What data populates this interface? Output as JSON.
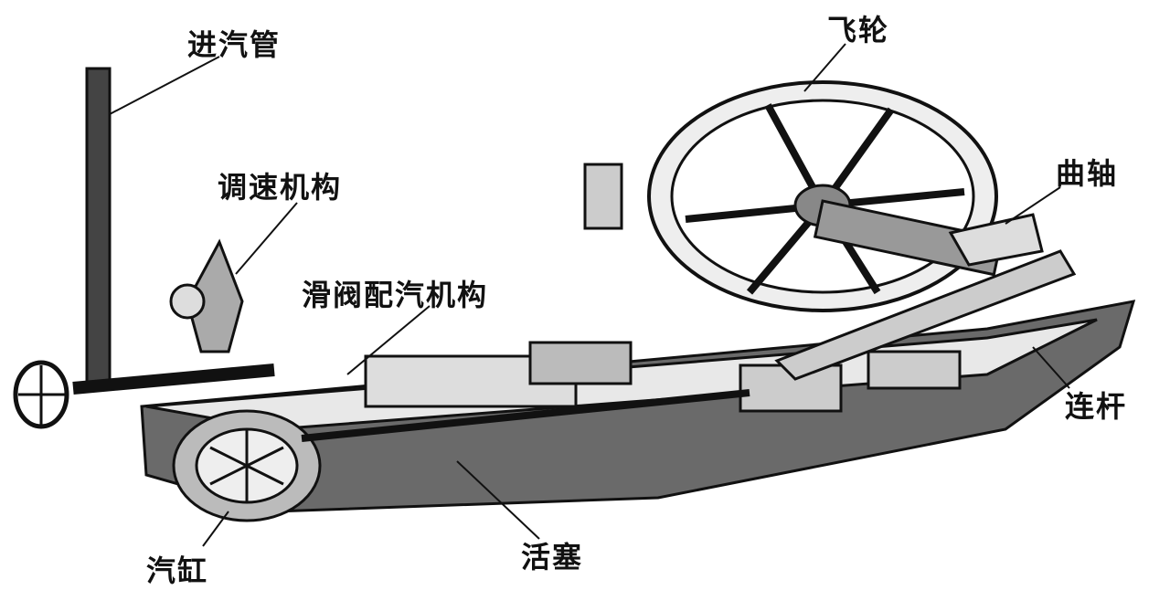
{
  "labels": {
    "steam_inlet_pipe": "进汽管",
    "flywheel": "飞轮",
    "governor": "调速机构",
    "crankshaft": "曲轴",
    "slide_valve_gear": "滑阀配汽机构",
    "connecting_rod": "连杆",
    "cylinder": "汽缸",
    "piston": "活塞"
  },
  "colors": {
    "ink": "#111111",
    "paper": "#ffffff",
    "shade": "#555555"
  }
}
